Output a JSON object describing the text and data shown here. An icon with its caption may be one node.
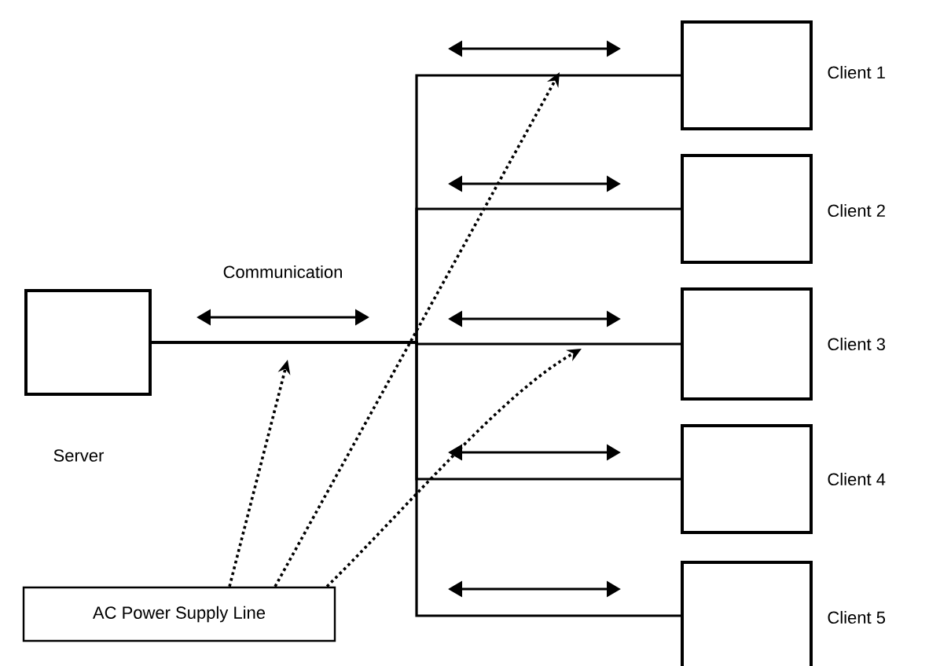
{
  "diagram": {
    "nodes": [
      {
        "text": [],
        "shape": "box",
        "beside": [
          "Server"
        ]
      },
      {
        "text": [],
        "shape": "box",
        "beside": [
          "Client 1"
        ]
      },
      {
        "text": [],
        "shape": "box",
        "beside": [
          "Client 2"
        ]
      },
      {
        "text": [],
        "shape": "box",
        "beside": [
          "Client 3"
        ]
      },
      {
        "text": [],
        "shape": "box",
        "beside": [
          "Client 4"
        ]
      },
      {
        "text": [],
        "shape": "box",
        "beside": [
          "Client 5"
        ]
      },
      {
        "text": [
          "AC Power Supply Line"
        ]
      }
    ],
    "edges": [
      {
        "from": 0,
        "to": 1,
        "arrow": "none"
      },
      {
        "from": 0,
        "to": 2,
        "arrow": "none"
      },
      {
        "from": 0,
        "to": 3,
        "arrow": "none"
      },
      {
        "from": 0,
        "to": 4,
        "arrow": "none"
      },
      {
        "from": 0,
        "to": 5,
        "arrow": "none"
      },
      {
        "from": 6,
        "to": null,
        "arrow": "to",
        "style": "dashed"
      },
      {
        "from": 6,
        "to": null,
        "arrow": "to",
        "style": "dashed"
      },
      {
        "from": 6,
        "to": null,
        "arrow": "to",
        "style": "dashed"
      }
    ],
    "labels": [
      "Communication"
    ]
  }
}
